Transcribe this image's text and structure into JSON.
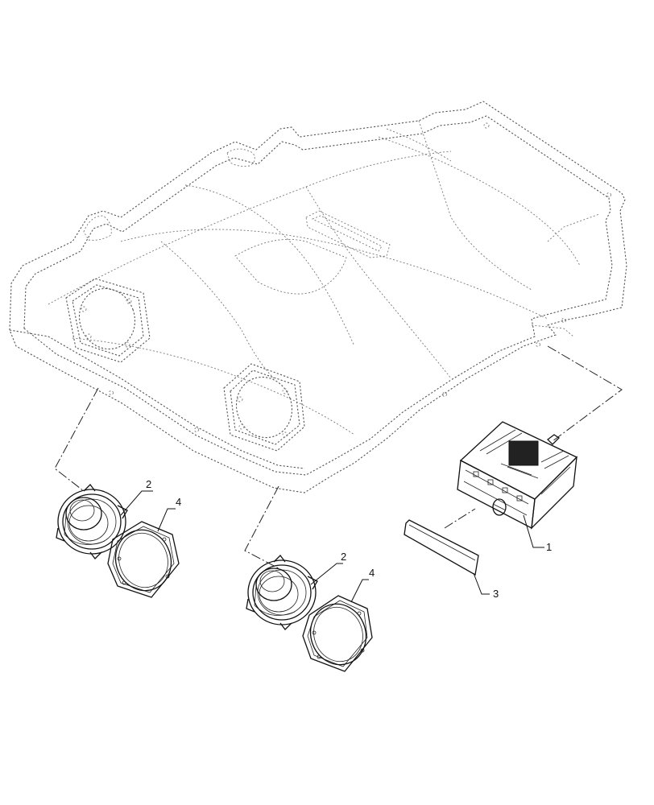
{
  "callouts": {
    "radio_unit": "1",
    "speaker_left": "2",
    "speaker_right": "2",
    "blank_plate": "3",
    "grille_left": "4",
    "grille_right": "4"
  }
}
